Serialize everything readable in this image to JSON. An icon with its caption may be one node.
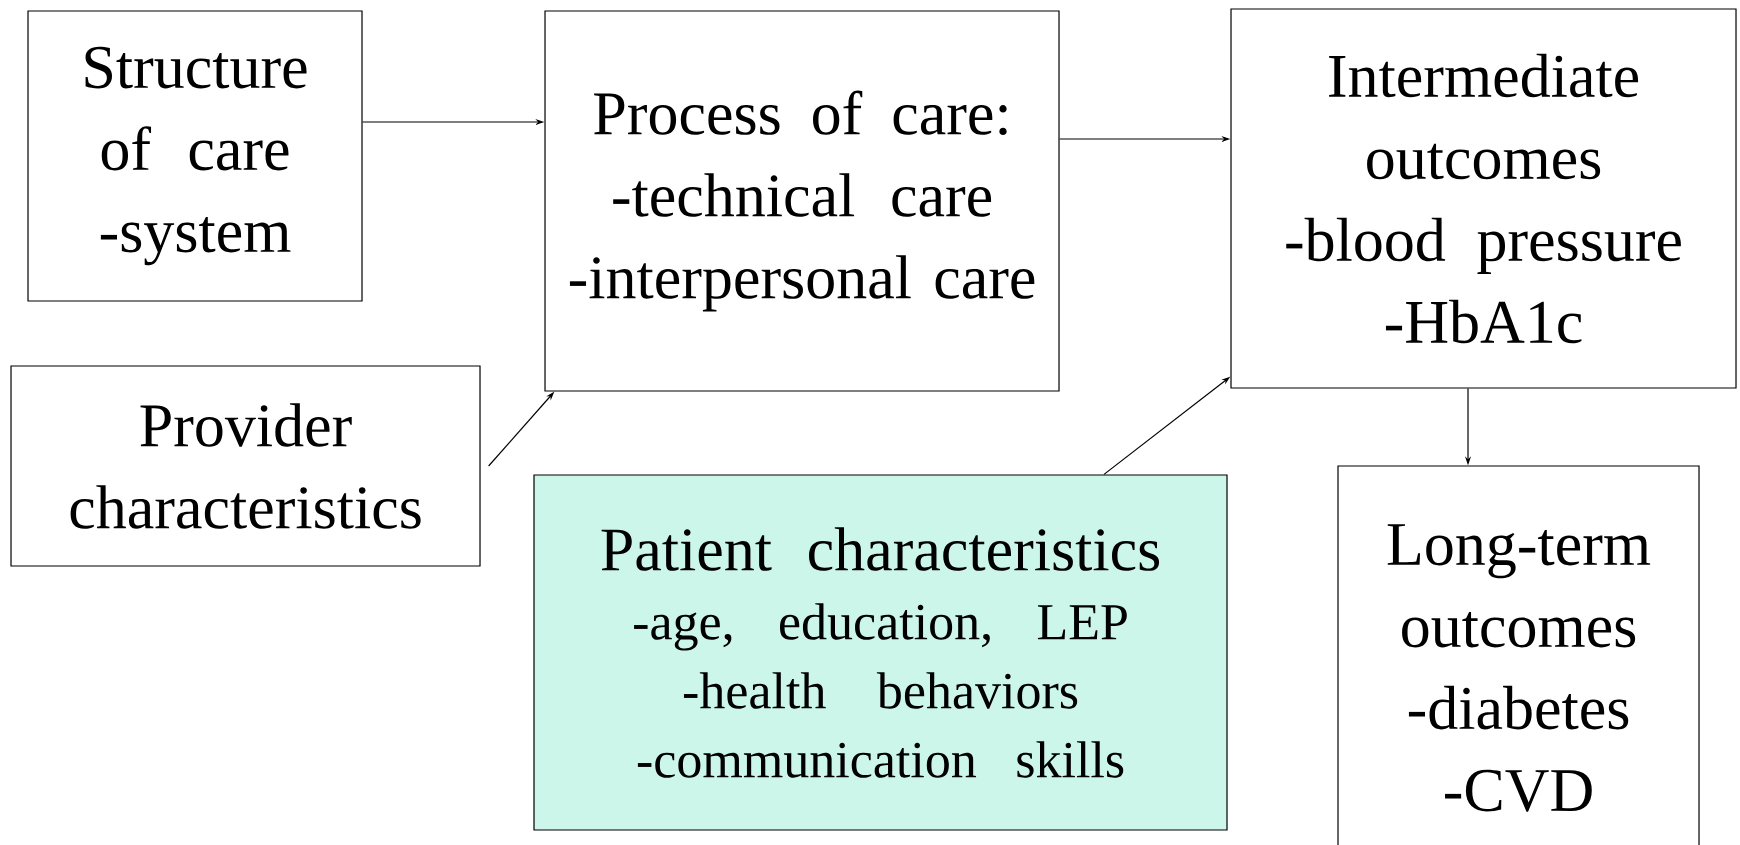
{
  "diagram": {
    "nodes": [
      {
        "text": [
          "Structure of care",
          "-system"
        ]
      },
      {
        "text": [
          "Process of care:",
          "-technical care",
          "-interpersonal care"
        ]
      },
      {
        "text": [
          "Intermediate outcomes",
          "-blood pressure",
          "-HbA1c"
        ]
      },
      {
        "text": [
          "Provider characteristics"
        ]
      },
      {
        "text": [
          "Patient characteristics",
          "-age, education, LEP",
          "-health behaviors",
          "-communication skills"
        ]
      },
      {
        "text": [
          "Long-term outcomes",
          "-diabetes",
          "-CVD"
        ]
      }
    ],
    "edges": [
      {
        "from": 0,
        "to": 1,
        "arrow": "to"
      },
      {
        "from": 3,
        "to": 1,
        "arrow": "to"
      },
      {
        "from": 1,
        "to": 2,
        "arrow": "to"
      },
      {
        "from": 4,
        "to": 2,
        "arrow": "to"
      },
      {
        "from": 2,
        "to": 5,
        "arrow": "to"
      }
    ]
  }
}
